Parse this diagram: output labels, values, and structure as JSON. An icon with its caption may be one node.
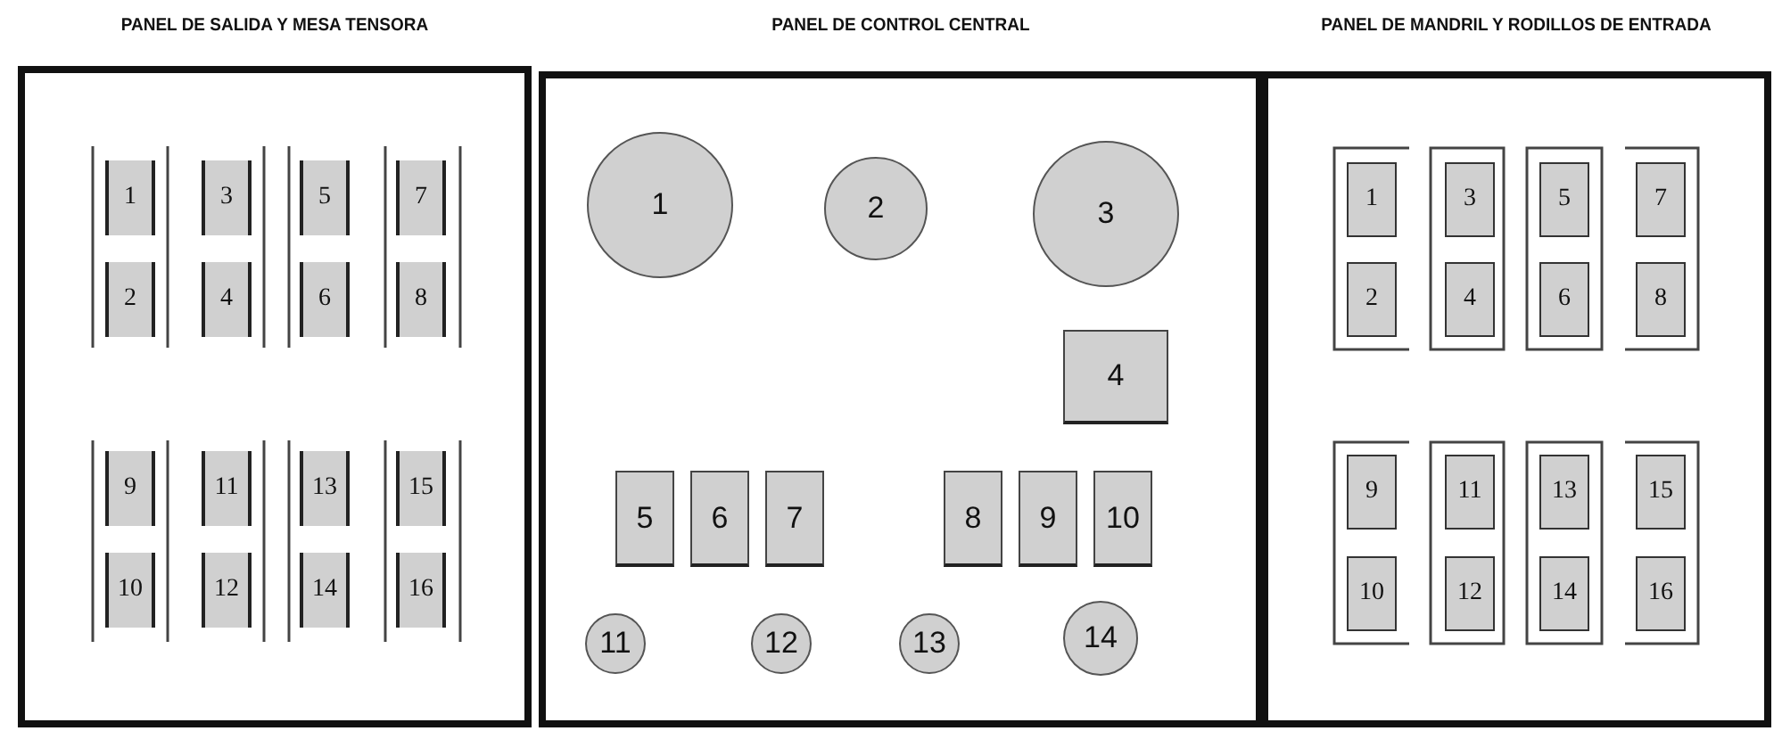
{
  "diagram": {
    "nodes": [
      {
        "text": [
          "PANEL DE SALIDA Y MESA TENSORA"
        ]
      },
      {
        "text": [
          "1"
        ],
        "in": 0
      },
      {
        "text": [
          "2"
        ],
        "in": 0
      },
      {
        "text": [
          "3"
        ],
        "in": 0
      },
      {
        "text": [
          "4"
        ],
        "in": 0
      },
      {
        "text": [
          "5"
        ],
        "in": 0
      },
      {
        "text": [
          "6"
        ],
        "in": 0
      },
      {
        "text": [
          "7"
        ],
        "in": 0
      },
      {
        "text": [
          "8"
        ],
        "in": 0
      },
      {
        "text": [
          "9"
        ],
        "in": 0
      },
      {
        "text": [
          "10"
        ],
        "in": 0
      },
      {
        "text": [
          "11"
        ],
        "in": 0
      },
      {
        "text": [
          "12"
        ],
        "in": 0
      },
      {
        "text": [
          "13"
        ],
        "in": 0
      },
      {
        "text": [
          "14"
        ],
        "in": 0
      },
      {
        "text": [
          "15"
        ],
        "in": 0
      },
      {
        "text": [
          "16"
        ],
        "in": 0
      },
      {
        "text": [
          "PANEL DE CONTROL CENTRAL"
        ]
      },
      {
        "text": [
          "1"
        ],
        "in": 17
      },
      {
        "text": [
          "2"
        ],
        "in": 17
      },
      {
        "text": [
          "3"
        ],
        "in": 17
      },
      {
        "text": [
          "4"
        ],
        "in": 17
      },
      {
        "text": [
          "5"
        ],
        "in": 17
      },
      {
        "text": [
          "6"
        ],
        "in": 17
      },
      {
        "text": [
          "7"
        ],
        "in": 17
      },
      {
        "text": [
          "8"
        ],
        "in": 17
      },
      {
        "text": [
          "9"
        ],
        "in": 17
      },
      {
        "text": [
          "10"
        ],
        "in": 17
      },
      {
        "text": [
          "11"
        ],
        "in": 17
      },
      {
        "text": [
          "12"
        ],
        "in": 17
      },
      {
        "text": [
          "13"
        ],
        "in": 17
      },
      {
        "text": [
          "14"
        ],
        "in": 17
      },
      {
        "text": [
          "PANEL DE MANDRIL Y RODILLOS DE ENTRADA"
        ]
      },
      {
        "text": [
          "1"
        ],
        "in": 32
      },
      {
        "text": [
          "2"
        ],
        "in": 32
      },
      {
        "text": [
          "3"
        ],
        "in": 32
      },
      {
        "text": [
          "4"
        ],
        "in": 32
      },
      {
        "text": [
          "5"
        ],
        "in": 32
      },
      {
        "text": [
          "6"
        ],
        "in": 32
      },
      {
        "text": [
          "7"
        ],
        "in": 32
      },
      {
        "text": [
          "8"
        ],
        "in": 32
      },
      {
        "text": [
          "9"
        ],
        "in": 32
      },
      {
        "text": [
          "10"
        ],
        "in": 32
      },
      {
        "text": [
          "11"
        ],
        "in": 32
      },
      {
        "text": [
          "12"
        ],
        "in": 32
      },
      {
        "text": [
          "13"
        ],
        "in": 32
      },
      {
        "text": [
          "14"
        ],
        "in": 32
      },
      {
        "text": [
          "15"
        ],
        "in": 32
      },
      {
        "text": [
          "16"
        ],
        "in": 32
      }
    ]
  }
}
